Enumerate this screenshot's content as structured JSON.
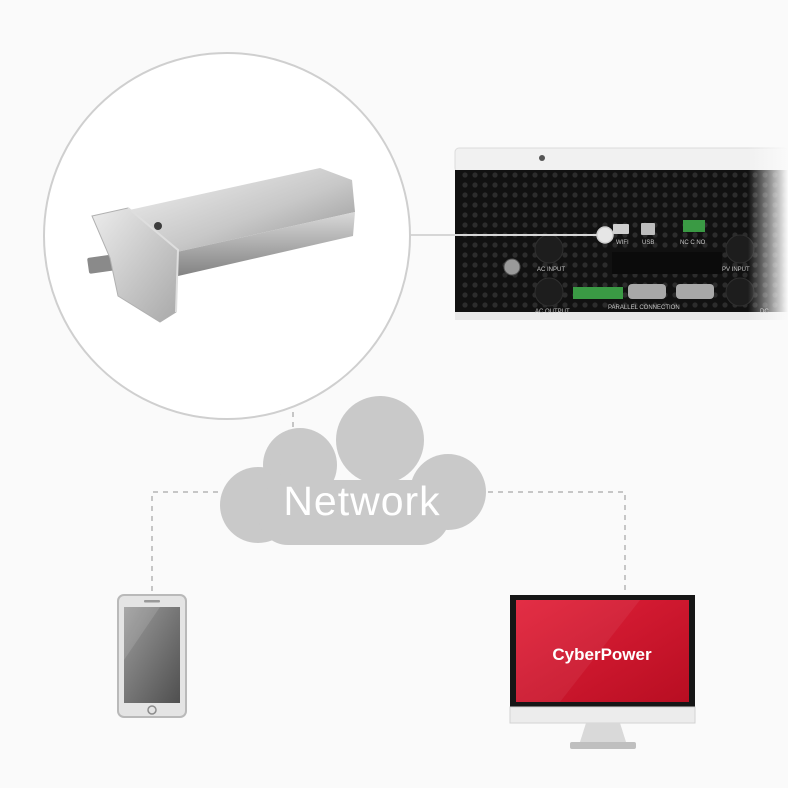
{
  "cloud": {
    "label": "Network"
  },
  "monitor": {
    "brand": "CyberPower"
  },
  "inverter_panel": {
    "wifi": "WIFI",
    "usb": "USB",
    "relay": "NC  C  NO",
    "ac_input": "AC INPUT",
    "ac_output": "AC OUTPUT",
    "pv_input": "PV INPUT",
    "parallel": "PARALLEL  CONNECTION",
    "dc": "DC"
  },
  "colors": {
    "cloud": "#c9c9c9",
    "brand_red": "#d4122a",
    "inverter_body": "#111111",
    "connector_line": "#d0d0d0"
  }
}
